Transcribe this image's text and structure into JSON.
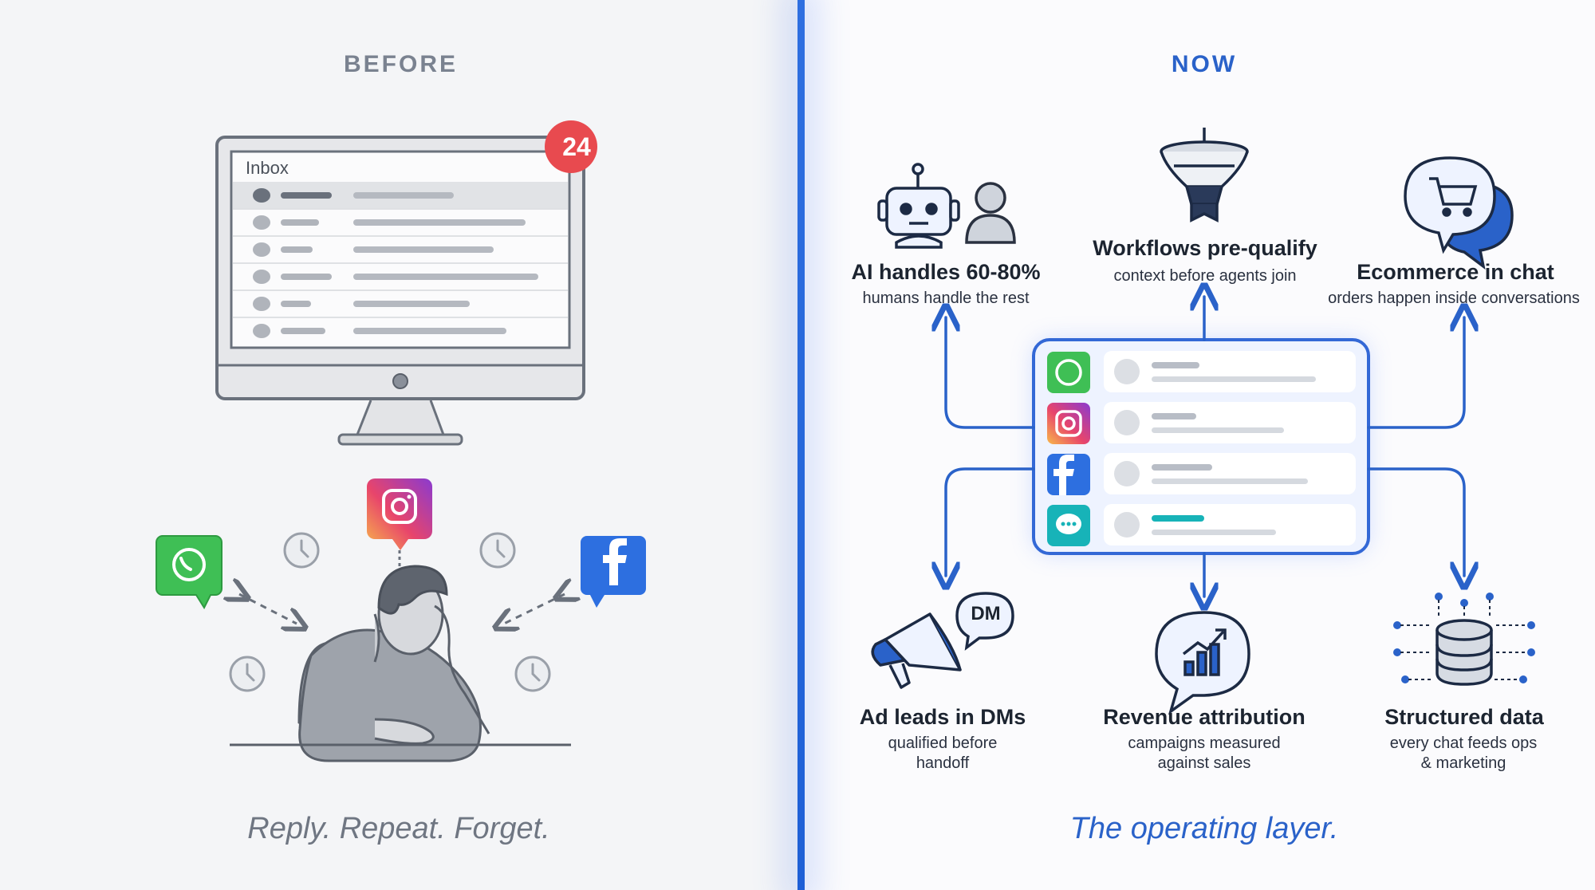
{
  "before": {
    "heading": "BEFORE",
    "inbox_title": "Inbox",
    "unread_count": "24",
    "tagline": "Reply. Repeat. Forget."
  },
  "now": {
    "heading": "NOW",
    "tagline": "The operating layer.",
    "features": [
      {
        "title": "AI handles 60-80%",
        "subtitle": "humans handle the rest"
      },
      {
        "title": "Workflows pre-qualify",
        "subtitle": "context before agents join"
      },
      {
        "title": "Ecommerce in chat",
        "subtitle": "orders happen inside conversations"
      },
      {
        "title": "Ad leads in DMs",
        "subtitle": "qualified before handoff"
      },
      {
        "title": "Revenue attribution",
        "subtitle": "campaigns measured against sales"
      },
      {
        "title": "Structured data",
        "subtitle": "every chat feeds ops & marketing"
      }
    ],
    "dm_label": "DM"
  },
  "colors": {
    "accent_blue": "#2a62c9",
    "badge_red": "#e84a4f",
    "whatsapp_green": "#3fbf55",
    "facebook_blue": "#2d6fe0",
    "chat_teal": "#17b3b8"
  }
}
